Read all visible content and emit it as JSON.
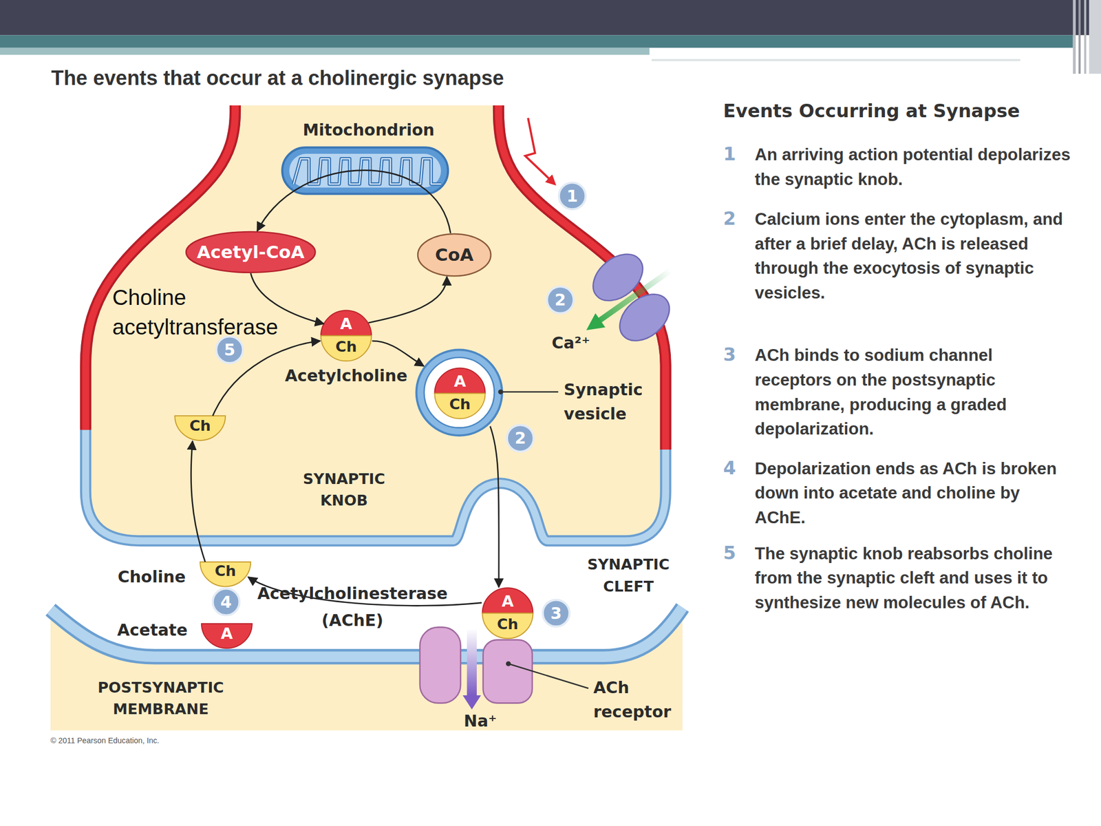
{
  "diagram": {
    "title": "The events that occur at a cholinergic synapse",
    "nodes": [
      {
        "text": [
          "SYNAPTIC KNOB"
        ]
      },
      {
        "text": [
          "Mitochondrion"
        ],
        "in": 0
      },
      {
        "text": [
          "Acetyl-CoA"
        ],
        "in": 0
      },
      {
        "text": [
          "CoA"
        ],
        "in": 0
      },
      {
        "text": [
          "A",
          "Ch",
          "Acetylcholine"
        ],
        "in": 0
      },
      {
        "text": [
          "Synaptic vesicle"
        ],
        "in": 0
      },
      {
        "text": [
          "A",
          "Ch"
        ],
        "in": 5
      },
      {
        "text": [
          "Ch"
        ],
        "in": 0
      },
      {
        "text": [
          "Choline",
          "Ch"
        ]
      },
      {
        "text": [
          "Acetate",
          "A"
        ]
      },
      {
        "text": [
          "A",
          "Ch"
        ]
      },
      {
        "text": [
          "POSTSYNAPTIC MEMBRANE"
        ]
      }
    ],
    "edges": [
      {
        "from": 3,
        "to": 2,
        "arrow": "to"
      },
      {
        "from": 2,
        "to": 4,
        "arrow": "to"
      },
      {
        "from": 4,
        "to": 3,
        "arrow": "to"
      },
      {
        "from": 4,
        "to": 5,
        "arrow": "to"
      },
      {
        "from": 7,
        "to": 4,
        "arrow": "to"
      },
      {
        "from": 8,
        "to": 7,
        "arrow": "to"
      },
      {
        "from": 5,
        "to": 10,
        "arrow": "to"
      },
      {
        "from": 10,
        "to": 8,
        "label": "Acetylcholinesterase (AChE)",
        "arrow": "to"
      }
    ],
    "labels": [
      "Choline acetyltransferase",
      "1",
      "2",
      "2",
      "5",
      "4",
      "3",
      "Ca²⁺",
      "SYNAPTIC CLEFT",
      "ACh receptor",
      "Na⁺",
      "© 2011 Pearson Education, Inc.",
      "Events Occurring at Synapse",
      "1",
      "An arriving action potential depolarizes the synaptic knob.",
      "2",
      "Calcium ions enter the cytoplasm, and after a brief delay, ACh is released through the exocytosis of synaptic vesicles.",
      "3",
      "ACh binds to sodium channel receptors on the postsynaptic membrane, producing a graded depolarization.",
      "4",
      "Depolarization ends as ACh is broken down into acetate and choline by AChE.",
      "5",
      "The synaptic knob reabsorbs choline from the synaptic cleft and uses it to synthesize new molecules of ACh."
    ]
  }
}
